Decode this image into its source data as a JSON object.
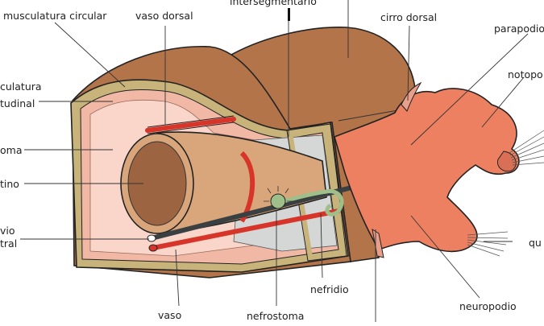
{
  "colors": {
    "body_brown": "#b3744a",
    "body_brown_dark": "#9a603a",
    "cuticle_tan": "#c8b37a",
    "muscle_pink": "#f2b8a6",
    "muscle_light": "#f9d6c9",
    "coelom_grey": "#d4d7d6",
    "gut_tan": "#d9a57a",
    "gut_lumen": "#9c6440",
    "parapodium_salmon": "#ec8060",
    "vessel_red": "#d8352a",
    "nerve_dark": "#3a3f41",
    "nephridium_green": "#9fbf8a"
  },
  "labels": {
    "circular_muscle": "musculatura circular",
    "dorsal_vessel": "vaso dorsal",
    "intersegmental": "intersegmentario",
    "dorsal_cirrus": "cirro dorsal",
    "parapodium": "parapodio",
    "notopodium": "notopo",
    "longitudinal_muscle_1": "culatura",
    "longitudinal_muscle_2": "tudinal",
    "coelom": "oma",
    "intestine": "tino",
    "ventral_1": "vio",
    "ventral_2": "tral",
    "chaetae": "qu",
    "nephridium": "nefridio",
    "vessel": "vaso",
    "nephrostome": "nefrostoma",
    "neuropodium": "neuropodio"
  }
}
